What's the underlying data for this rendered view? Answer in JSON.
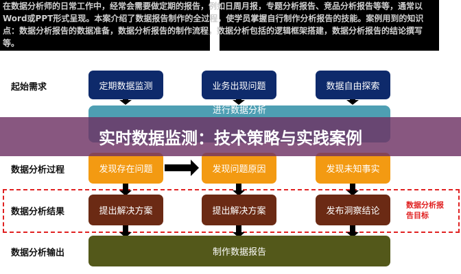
{
  "intro_text": "在数据分析师的日常工作中，经常会需要做定期的报告，例如日周月报，专题分析报告、竞品分析报告等等，通常以Word或PPT形式呈现。本案介绍了数据报告制作的全过程，使学员掌握自行制作分析报告的技能。案例用到的知识点：数据分析报告的数据准备，数据分析报告的制作流程，数据分析包括的逻辑框架搭建，数据分析报告的结论撰写等。",
  "overlay_title": "实时数据监测：技术策略与实践案例",
  "rows": {
    "start": "起始需求",
    "process": "数据分析过程",
    "result": "数据分析结果",
    "output": "数据分析输出"
  },
  "start_boxes": [
    "定期数据监测",
    "业务出现问题",
    "数据自由探索"
  ],
  "analysis_bar": "进行数据分析",
  "process_boxes": [
    "发现存在问题",
    "发现问题原因",
    "发现未知事实"
  ],
  "result_boxes": [
    "提出解决方案",
    "提出解决方案",
    "发布洞察结论"
  ],
  "goal_label": "数据分析报告目标",
  "output_bar": "制作数据报告"
}
